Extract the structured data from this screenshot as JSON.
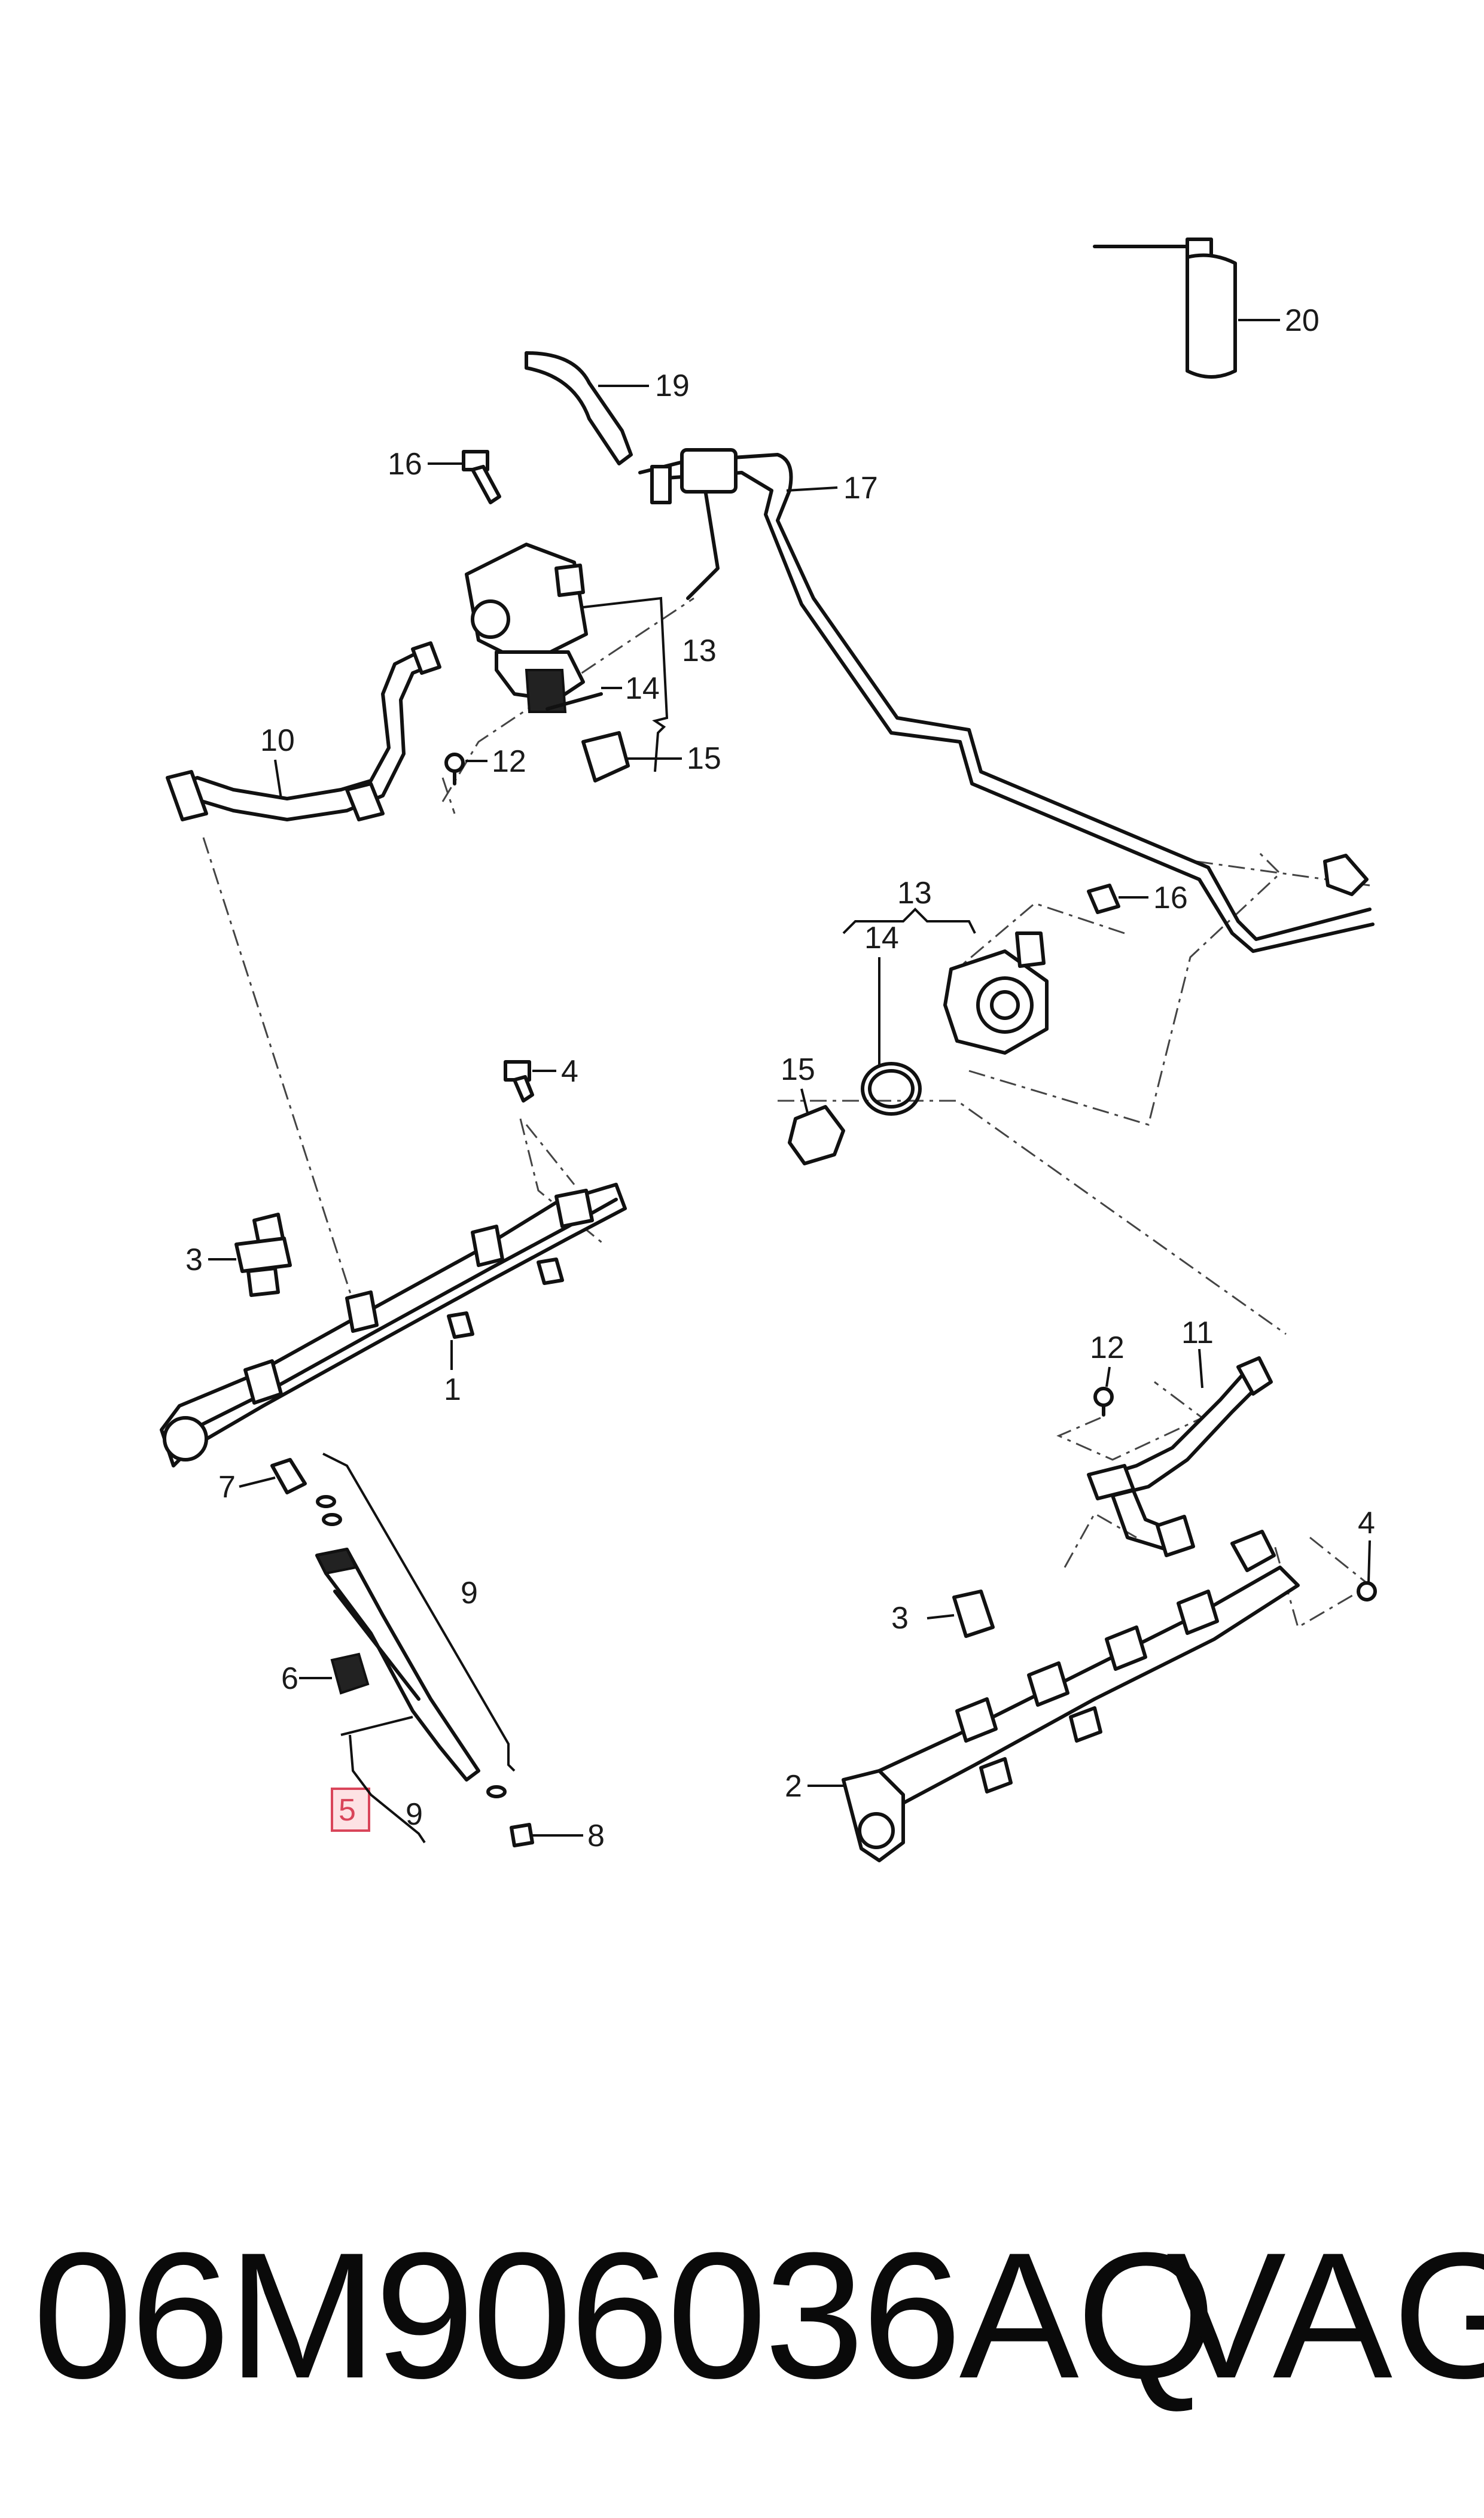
{
  "callouts": {
    "c1": "1",
    "c2": "2",
    "c3a": "3",
    "c3b": "3",
    "c4a": "4",
    "c4b": "4",
    "c5": "5",
    "c6": "6",
    "c7": "7",
    "c8": "8",
    "c9a": "9",
    "c9b": "9",
    "c10": "10",
    "c11": "11",
    "c12a": "12",
    "c12b": "12",
    "c13a": "13",
    "c13b": "13",
    "c14a": "14",
    "c14b": "14",
    "c15a": "15",
    "c15b": "15",
    "c16a": "16",
    "c16b": "16",
    "c17": "17",
    "c19": "19",
    "c20": "20"
  },
  "highlighted_callout": "5",
  "footer": {
    "part_number": "06M906036AQ",
    "brand": "VAG"
  },
  "colors": {
    "line": "#111111",
    "highlight_fill": "#fde2e4",
    "highlight_border": "#d9455a"
  }
}
